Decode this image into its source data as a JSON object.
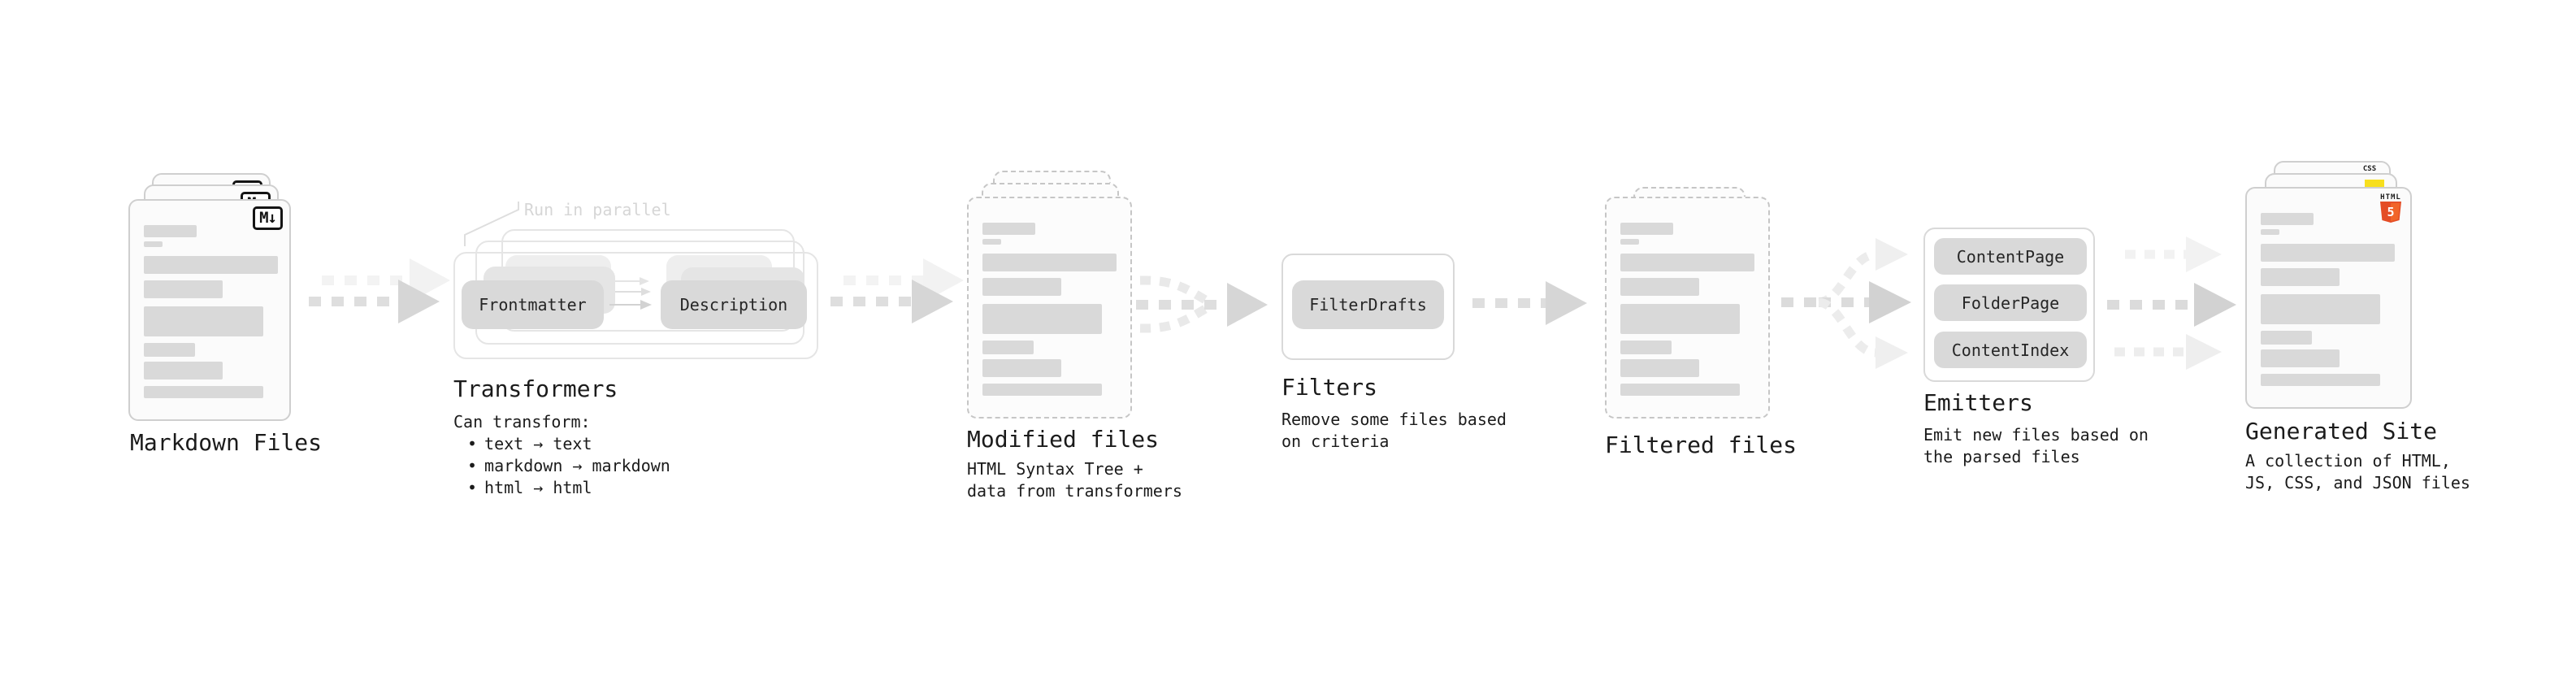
{
  "diagram": {
    "stages": {
      "markdown": {
        "label": "Markdown Files",
        "badge": "M↓"
      },
      "transformers": {
        "label": "Transformers",
        "note": "Run in parallel",
        "pill_left": "Frontmatter",
        "pill_right": "Description",
        "desc_title": "Can transform:",
        "bullet": "•",
        "bullets": [
          "text → text",
          "markdown → markdown",
          "html → html"
        ]
      },
      "modified": {
        "label": "Modified files",
        "desc": [
          "HTML Syntax Tree +",
          "data from transformers"
        ]
      },
      "filters": {
        "label": "Filters",
        "pill": "FilterDrafts",
        "desc": [
          "Remove some files based",
          "on criteria"
        ]
      },
      "filtered": {
        "label": "Filtered files"
      },
      "emitters": {
        "label": "Emitters",
        "pills": [
          "ContentPage",
          "FolderPage",
          "ContentIndex"
        ],
        "desc": [
          "Emit new files based on",
          "the parsed files"
        ]
      },
      "generated": {
        "label": "Generated Site",
        "desc": [
          "A collection of HTML,",
          "JS, CSS, and JSON files"
        ],
        "badge_css": "CSS",
        "badge_html_top": "HTML",
        "badge_html_num": "5"
      }
    },
    "colors": {
      "markdown_badge": "#141414",
      "html5_orange": "#e44d26",
      "html5_orange_light": "#f16529",
      "js_yellow": "#f7df1e",
      "css_blue": "#2965f1"
    }
  }
}
